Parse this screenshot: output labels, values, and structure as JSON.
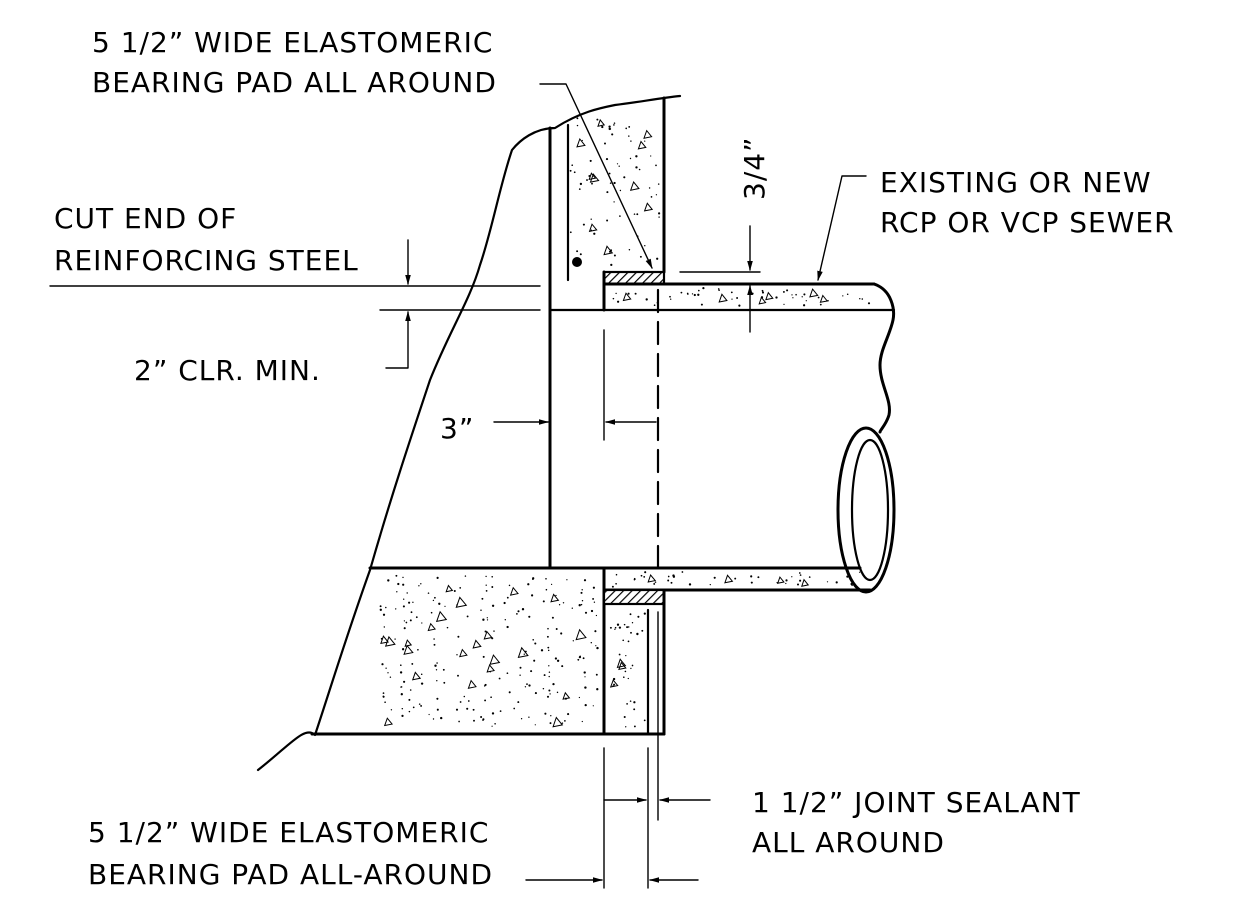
{
  "labels": {
    "top_pad_line1": "5 1/2” WIDE ELASTOMERIC",
    "top_pad_line2": "BEARING PAD ALL AROUND",
    "existing_line1": "EXISTING OR NEW",
    "existing_line2": "RCP OR VCP SEWER",
    "cut_end_line1": "CUT END OF",
    "cut_end_line2": "REINFORCING STEEL",
    "clearance": "2” CLR. MIN.",
    "wall_gap": "3”",
    "pipe_wall": "3/4”",
    "sealant_line1": "1 1/2” JOINT SEALANT",
    "sealant_line2": "ALL AROUND",
    "bottom_pad_line1": "5 1/2” WIDE ELASTOMERIC",
    "bottom_pad_line2": "BEARING PAD ALL-AROUND"
  },
  "colors": {
    "ink": "#000000",
    "background": "#ffffff"
  }
}
